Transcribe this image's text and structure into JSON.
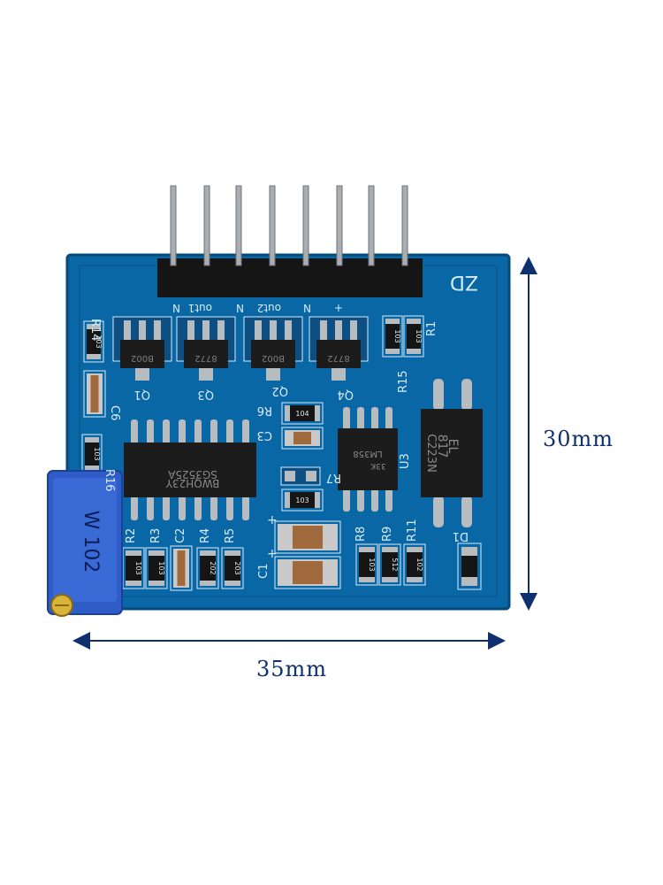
{
  "dimensions": {
    "height_label": "30mm",
    "width_label": "35mm"
  },
  "colors": {
    "pcb": "#0a67a6",
    "pcb_dark": "#05507f",
    "silk": "#d8ecf7",
    "pad": "#b6bcc0",
    "chip": "#1c1c1c",
    "pot": "#2f5dc8",
    "arrow": "#0f2f6e"
  },
  "silkscreen": {
    "header_labels": [
      "N",
      "out1",
      "N",
      "out2",
      "N",
      "+"
    ],
    "board_mark": "ZD",
    "refdes": [
      "R14",
      "R16",
      "C6",
      "Q1",
      "Q3",
      "Q2",
      "Q4",
      "R15",
      "R1",
      "R6",
      "C3",
      "R7",
      "U3",
      "R2",
      "R3",
      "C2",
      "R4",
      "R5",
      "C1",
      "R8",
      "R9",
      "R11",
      "D1"
    ],
    "plus_marks": [
      "+",
      "+"
    ]
  },
  "ic_markings": {
    "u1": [
      "SG3525A",
      "BWQH23Y"
    ],
    "u2": [
      "LM358",
      "33K"
    ],
    "u3": [
      "EL",
      "817",
      "C223N"
    ],
    "pot": "W 102"
  },
  "transistor_markings": [
    "B002",
    "8772",
    "B002",
    "8772"
  ],
  "resistor_codes": {
    "r14": "103",
    "r16": "103",
    "r15": "103",
    "r1": "103",
    "r6": "104",
    "r7": "103",
    "r2": "103",
    "r3": "103",
    "r4": "202",
    "r5": "203",
    "r8": "103",
    "r9": "512",
    "r11": "102"
  }
}
